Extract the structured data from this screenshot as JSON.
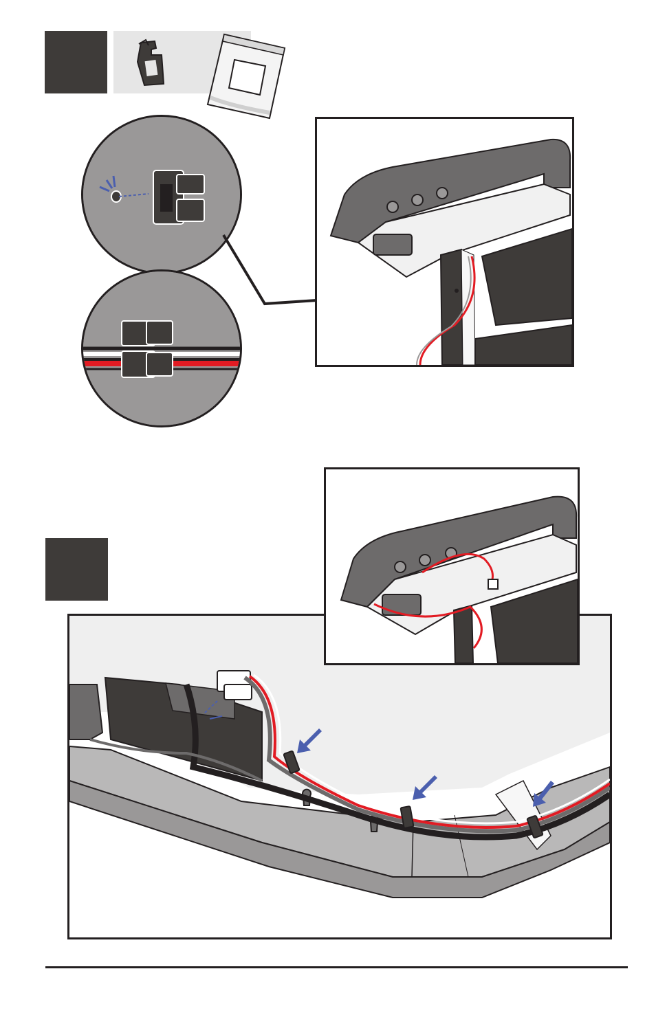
{
  "page": {
    "background": "#ffffff",
    "step_box_color": "#3e3b39",
    "frame_border_color": "#231f20",
    "wire_colors": {
      "red": "#e21b23",
      "white": "#ffffff",
      "black": "#231f20"
    },
    "indicator_arrow_color": "#4b5fae"
  },
  "step1": {
    "parts": [
      {
        "icon": "cable-clip-icon"
      },
      {
        "icon": "parts-bag-icon"
      }
    ],
    "detail_views": [
      {
        "icon": "clip-insert-detail"
      },
      {
        "icon": "clip-with-wires-detail"
      }
    ],
    "main_view": {
      "icon": "desk-frame-hole-view"
    }
  },
  "step2": {
    "inset_view": {
      "icon": "desk-frame-wired-view"
    },
    "main_view": {
      "icon": "control-box-wiring-view"
    },
    "arrows": [
      {
        "icon": "blue-arrow-icon"
      },
      {
        "icon": "blue-arrow-icon"
      },
      {
        "icon": "blue-arrow-icon"
      }
    ]
  }
}
